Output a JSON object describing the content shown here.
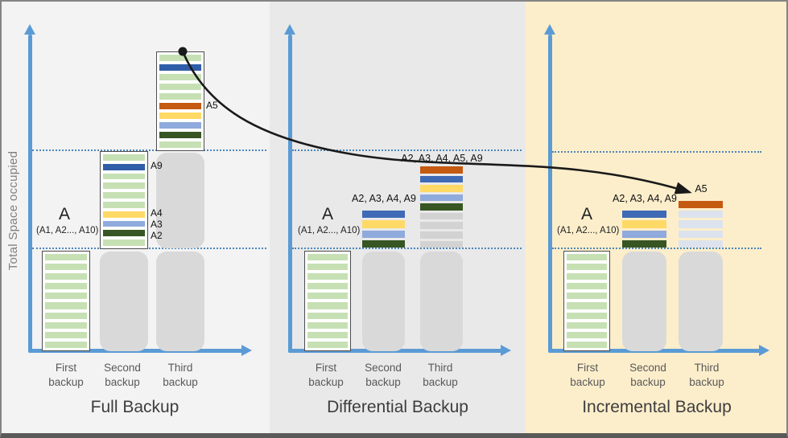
{
  "colors": {
    "panel1_bg": "#f3f3f3",
    "panel2_bg": "#e9e9e9",
    "panel3_bg": "#fdeecb",
    "axis_blue": "#5b9bd5",
    "dotted_blue": "#2e75b6",
    "frame_gray": "#848484",
    "frame_bottom_gray": "#595959",
    "bar_border": "#4d4d4d",
    "green": "#c6e0b4",
    "blue_dark": "#2f5da8",
    "blue": "#3f6ab5",
    "yellow": "#ffd966",
    "light_blue": "#8faadc",
    "dark_green": "#375623",
    "orange": "#c55a11",
    "gray_block": "#d9d9d9",
    "gray_stripe": "#d2d2d2",
    "pale_stripe": "#dce3ee",
    "curve_black": "#1a1a1a",
    "label_gray": "#595959",
    "title_gray": "#3d3d3d",
    "axis_label_gray": "#808080"
  },
  "y_axis_label": "Total Space occupied",
  "arrow_label": "A5",
  "panels": [
    {
      "title": "Full Backup",
      "x_labels": [
        "First backup",
        "Second backup",
        "Third backup"
      ],
      "base_label": {
        "main": "A",
        "sub": "(A1, A2..., A10)"
      },
      "bars": {
        "first": [
          "green",
          "green",
          "green",
          "green",
          "green",
          "green",
          "green",
          "green",
          "green",
          "green"
        ],
        "second": [
          "green",
          "blue_dark",
          "green",
          "green",
          "green",
          "green",
          "yellow",
          "light_blue",
          "dark_green",
          "green"
        ],
        "third": [
          "green",
          "blue_dark",
          "green",
          "green",
          "green",
          "orange",
          "yellow",
          "light_blue",
          "dark_green",
          "green"
        ]
      },
      "stripe_labels": {
        "a9": "A9",
        "a4": "A4",
        "a3": "A3",
        "a2": "A2"
      }
    },
    {
      "title": "Differential Backup",
      "x_labels": [
        "First backup",
        "Second backup",
        "Third backup"
      ],
      "base_label": {
        "main": "A",
        "sub": "(A1, A2..., A10)"
      },
      "bars": {
        "first": [
          "green",
          "green",
          "green",
          "green",
          "green",
          "green",
          "green",
          "green",
          "green",
          "green"
        ],
        "second_stack": [
          "blue",
          "yellow",
          "light_blue",
          "dark_green"
        ],
        "third_stack": [
          "orange",
          "blue",
          "yellow",
          "light_blue",
          "dark_green",
          "gray_stripe",
          "gray_stripe",
          "gray_stripe",
          "gray_stripe"
        ]
      },
      "stack_labels": {
        "second": "A2, A3, A4, A9",
        "third": "A2, A3, A4, A5, A9"
      }
    },
    {
      "title": "Incremental Backup",
      "x_labels": [
        "First backup",
        "Second backup",
        "Third backup"
      ],
      "base_label": {
        "main": "A",
        "sub": "(A1, A2..., A10)"
      },
      "bars": {
        "first": [
          "green",
          "green",
          "green",
          "green",
          "green",
          "green",
          "green",
          "green",
          "green",
          "green"
        ],
        "second_stack": [
          "blue",
          "yellow",
          "light_blue",
          "dark_green"
        ],
        "third_stack": [
          "orange",
          "pale_stripe",
          "pale_stripe",
          "pale_stripe",
          "pale_stripe"
        ]
      },
      "stack_labels": {
        "second": "A2, A3, A4, A9",
        "third": "A5"
      }
    }
  ]
}
